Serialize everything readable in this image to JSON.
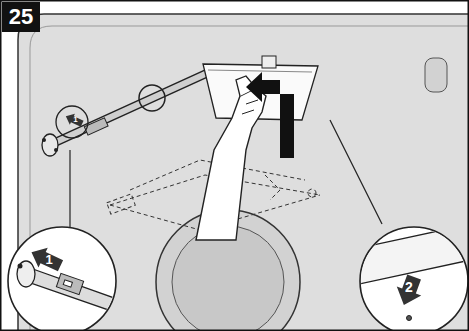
{
  "diagram": {
    "nodes": [
      {
        "text": [
          "25"
        ]
      },
      {
        "text": [
          "1"
        ]
      },
      {
        "text": [
          "1"
        ]
      },
      {
        "text": [
          "2"
        ]
      }
    ]
  }
}
